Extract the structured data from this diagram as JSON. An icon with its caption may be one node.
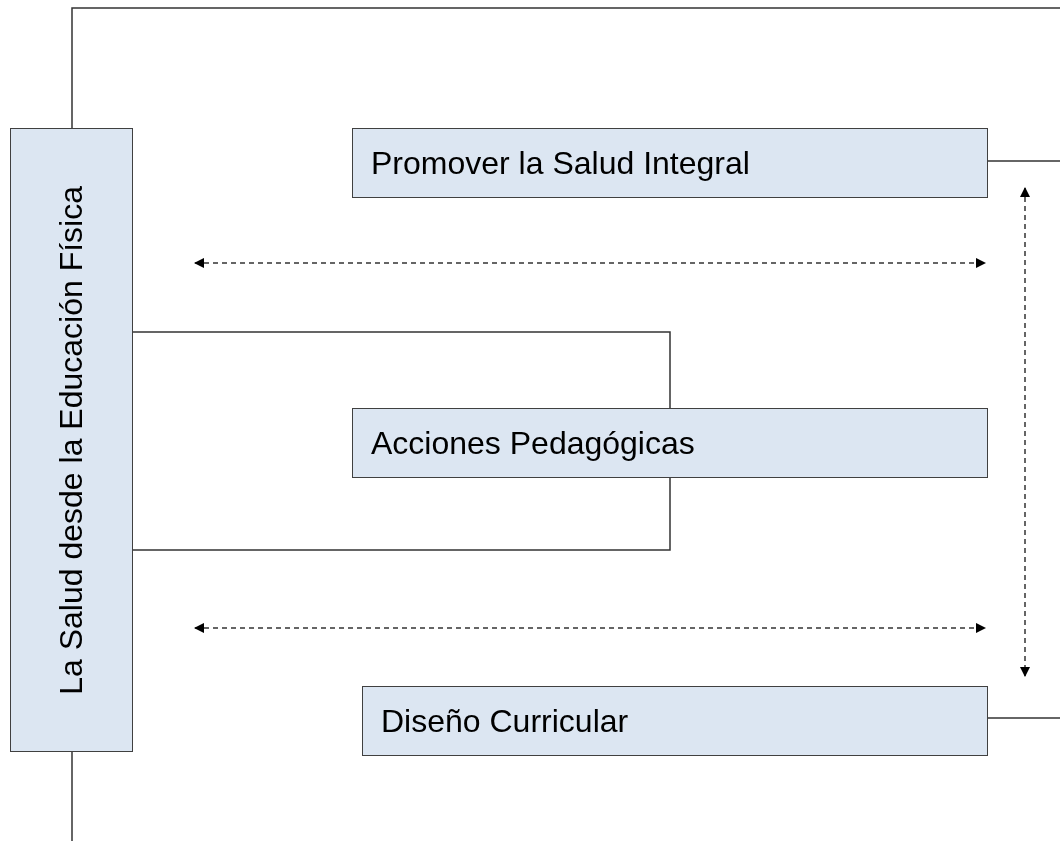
{
  "diagram": {
    "nodes": [
      {
        "text": [
          "La Salud desde la Educación Física"
        ]
      },
      {
        "text": [
          "Promover la Salud Integral"
        ]
      },
      {
        "text": [
          "Acciones Pedagógicas"
        ]
      },
      {
        "text": [
          "Diseño Curricular"
        ]
      }
    ],
    "edges": [
      {
        "from": 0,
        "to": null,
        "arrow": "none"
      },
      {
        "from": 1,
        "to": null,
        "arrow": "none"
      },
      {
        "from": 0,
        "to": 2,
        "arrow": "none"
      },
      {
        "from": 2,
        "to": 0,
        "arrow": "none"
      },
      {
        "from": 1,
        "to": 3,
        "arrow": "both",
        "style": "dashed"
      },
      {
        "from": 3,
        "to": null,
        "arrow": "none"
      },
      {
        "from": 0,
        "to": null,
        "arrow": "none"
      }
    ]
  }
}
